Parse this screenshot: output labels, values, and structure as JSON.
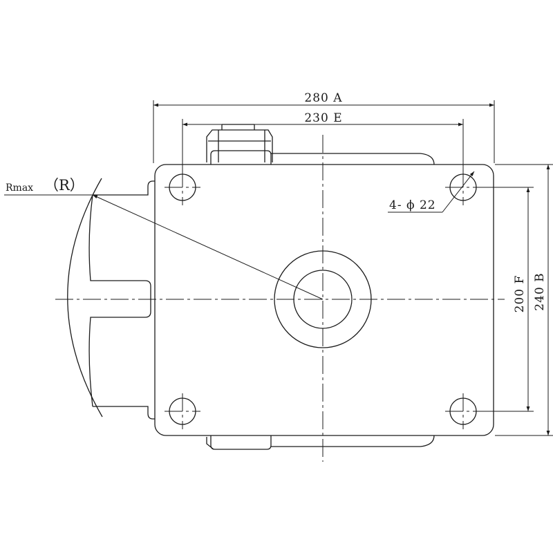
{
  "drawing": {
    "dimensions": {
      "overall_width": "280 A",
      "hole_width": "230 E",
      "hole_height": "200 F",
      "overall_height": "240 B",
      "hole_callout": "4- ϕ 22"
    },
    "radius_label": {
      "prefix": "Rmax",
      "value": "（R）"
    }
  }
}
